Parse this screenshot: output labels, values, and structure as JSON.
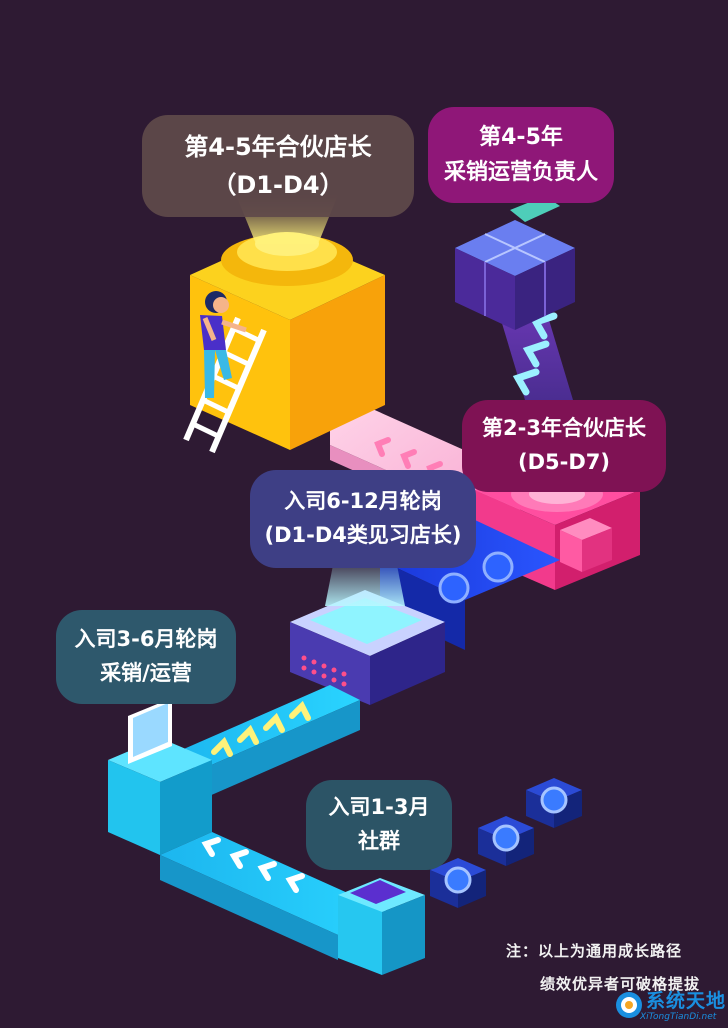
{
  "labels": {
    "top_year": "第4-5年合伙店长",
    "top_grade": "（D1-D4）",
    "purple_year": "第4-5年",
    "purple_role": "采销运营负责人",
    "pink_year": "第2-3年合伙店长",
    "pink_grade": "(D5-D7)",
    "rotation_612_line1": "入司6-12月轮岗",
    "rotation_612_line2": "(D1-D4类见习店长)",
    "rotation_36_line1": "入司3-6月轮岗",
    "rotation_36_line2": "采销/运营",
    "entry_13_line1": "入司1-3月",
    "entry_13_line2": "社群"
  },
  "note": {
    "line1": "注：以上为通用成长路径",
    "line2": "绩效优异者可破格提拔"
  },
  "watermark": {
    "title": "系统天地",
    "url": "XiTongTianDi.net"
  },
  "colors": {
    "background": "#2e1a33",
    "yellow_cube": "#f7c21b",
    "pink_cube": "#f23a8c",
    "purple_cube": "#5b3aa8",
    "blue_path": "#1e3ee6",
    "cyan_path": "#27c9f2"
  },
  "icons": [
    "person-climbing-icon",
    "ladder-icon",
    "monitor-icon",
    "chevron-arrow-icon",
    "camera-lens-icon"
  ]
}
